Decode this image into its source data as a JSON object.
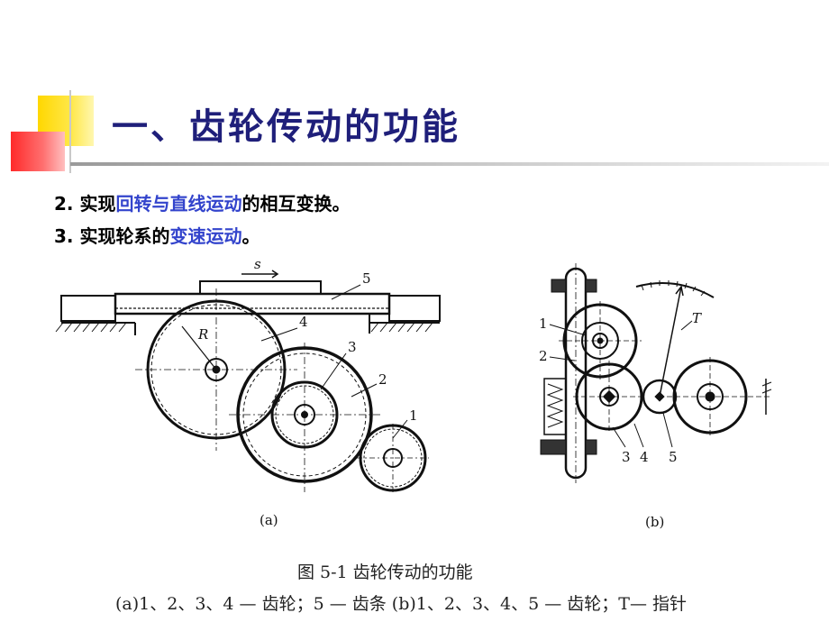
{
  "slide": {
    "title": "一、齿轮传动的功能",
    "items": [
      {
        "prefix": "2. 实现",
        "highlight": "回转与直线运动",
        "suffix": "的相互变换。"
      },
      {
        "prefix": "3. 实现轮系的",
        "highlight": "变速运动",
        "suffix": "。"
      }
    ]
  },
  "figure": {
    "a": {
      "label_s": "s",
      "label_r": "R",
      "part_labels": [
        "1",
        "2",
        "3",
        "4",
        "5"
      ],
      "sub_label": "(a)"
    },
    "b": {
      "label_t": "T",
      "part_labels": [
        "1",
        "2",
        "3",
        "4",
        "5"
      ],
      "sub_label": "(b)"
    },
    "caption": "图 5-1    齿轮传动的功能",
    "legend": "(a)1、2、3、4 — 齿轮；5 — 齿条    (b)1、2、3、4、5 — 齿轮；T— 指针"
  },
  "colors": {
    "title": "#1f1f7a",
    "highlight": "#3344cc",
    "bullet_yellow": "#ffd700",
    "bullet_red": "#ff2a2a"
  }
}
